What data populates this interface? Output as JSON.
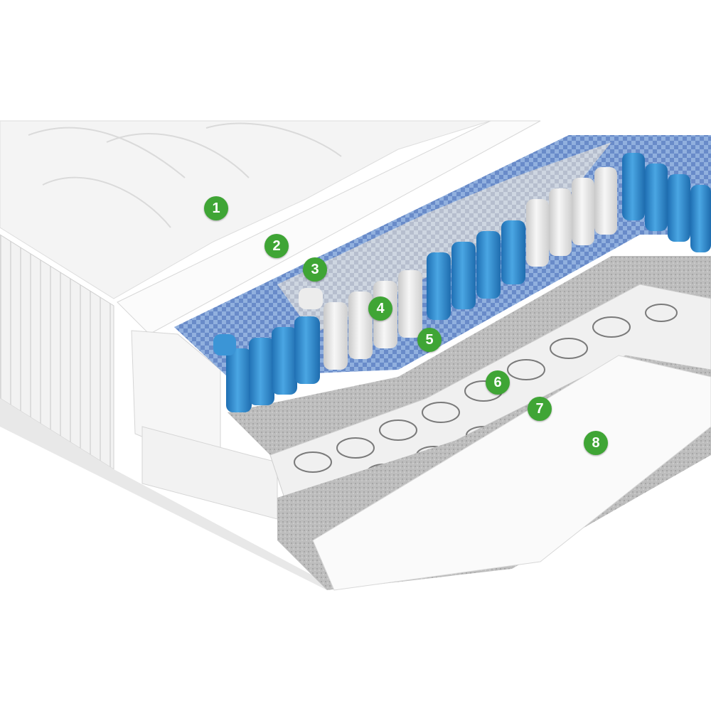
{
  "markers": [
    {
      "label": "1"
    },
    {
      "label": "2"
    },
    {
      "label": "3"
    },
    {
      "label": "4"
    },
    {
      "label": "5"
    },
    {
      "label": "6"
    },
    {
      "label": "7"
    },
    {
      "label": "8"
    }
  ],
  "colors": {
    "marker": "#3fa535",
    "pocket_spring_blue": "#2f8fd0",
    "pocket_spring_white": "#e9e9e9",
    "fabric_grid_blue": "#5b86c9",
    "felt_gray": "#b5b5b5"
  }
}
